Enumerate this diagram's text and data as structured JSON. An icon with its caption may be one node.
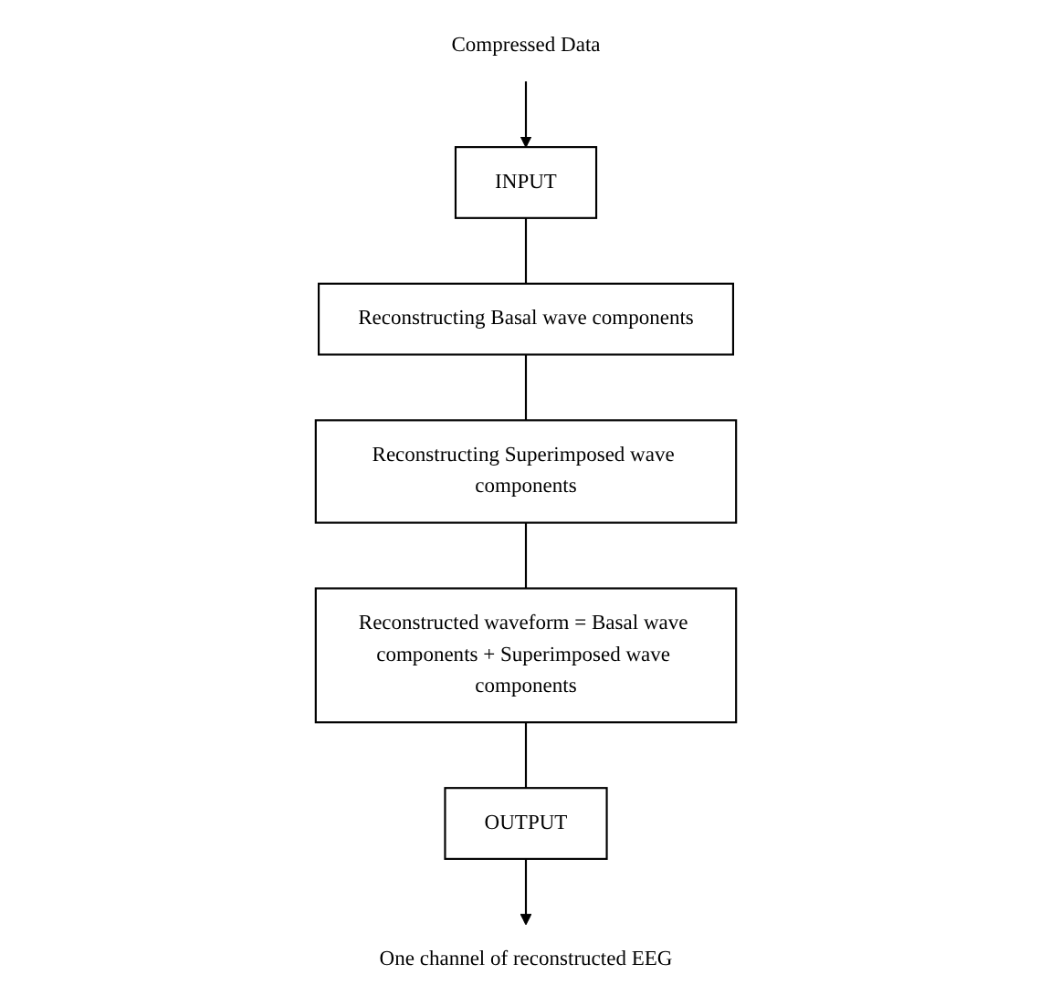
{
  "diagram": {
    "nodes": [
      {
        "text": [
          "INPUT"
        ]
      },
      {
        "text": [
          "Compressed Data"
        ]
      },
      {
        "text": [
          "Reconstructing Basal wave components"
        ]
      },
      {
        "text": [
          "Reconstructing Superimposed wave components"
        ]
      },
      {
        "text": [
          "Reconstructed waveform = Basal wave components + Superimposed wave components"
        ]
      },
      {
        "text": [
          "OUTPUT"
        ]
      },
      {
        "text": [
          "One channel of reconstructed EEG"
        ]
      }
    ],
    "edges": [
      {
        "from": 1,
        "to": 0,
        "arrow": "to"
      },
      {
        "from": 0,
        "to": 2,
        "arrow": "none"
      },
      {
        "from": 2,
        "to": 3,
        "arrow": "none"
      },
      {
        "from": 3,
        "to": 4,
        "arrow": "none"
      },
      {
        "from": 4,
        "to": 5,
        "arrow": "none"
      },
      {
        "from": 5,
        "to": 6,
        "arrow": "to"
      }
    ]
  }
}
